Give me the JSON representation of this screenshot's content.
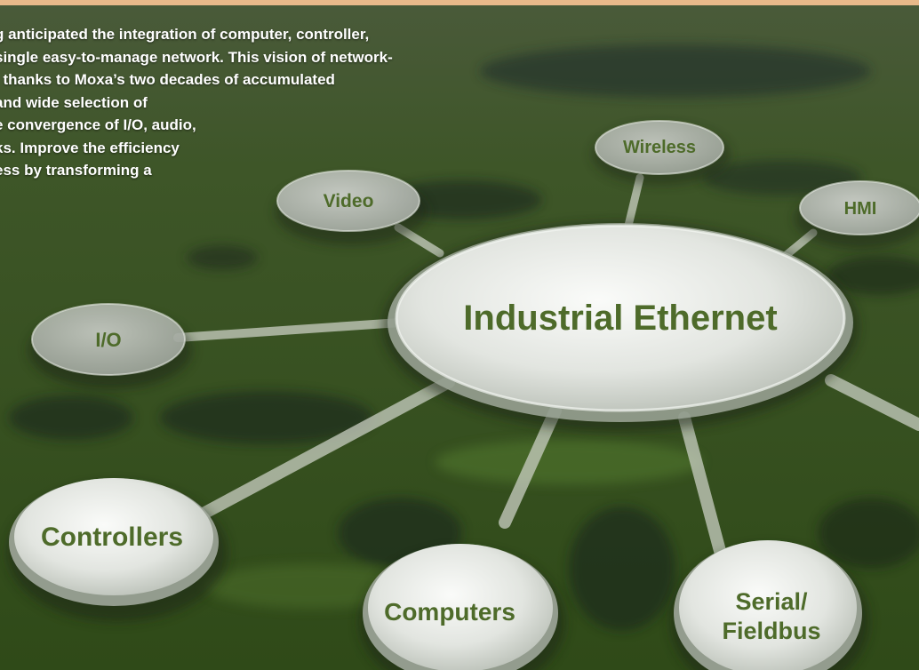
{
  "intro_lines": [
    "g anticipated the integration of computer, controller,",
    "single easy-to-manage network. This vision of network-",
    ", thanks to Moxa’s two decades of accumulated",
    "and wide selection of",
    "e convergence of I/O, audio,",
    "ks. Improve the efficiency",
    "ess by transforming a"
  ],
  "hub_label": "Industrial Ethernet",
  "nodes": {
    "wireless": "Wireless",
    "video": "Video",
    "hmi": "HMI",
    "io": "I/O",
    "controllers": "Controllers",
    "computers": "Computers",
    "serial_line1": "Serial/",
    "serial_line2": "Fieldbus"
  },
  "colors": {
    "label_green": "#4e6b2a",
    "disc_fill": "#e6e8e4",
    "background_green": "#3f5f24"
  }
}
